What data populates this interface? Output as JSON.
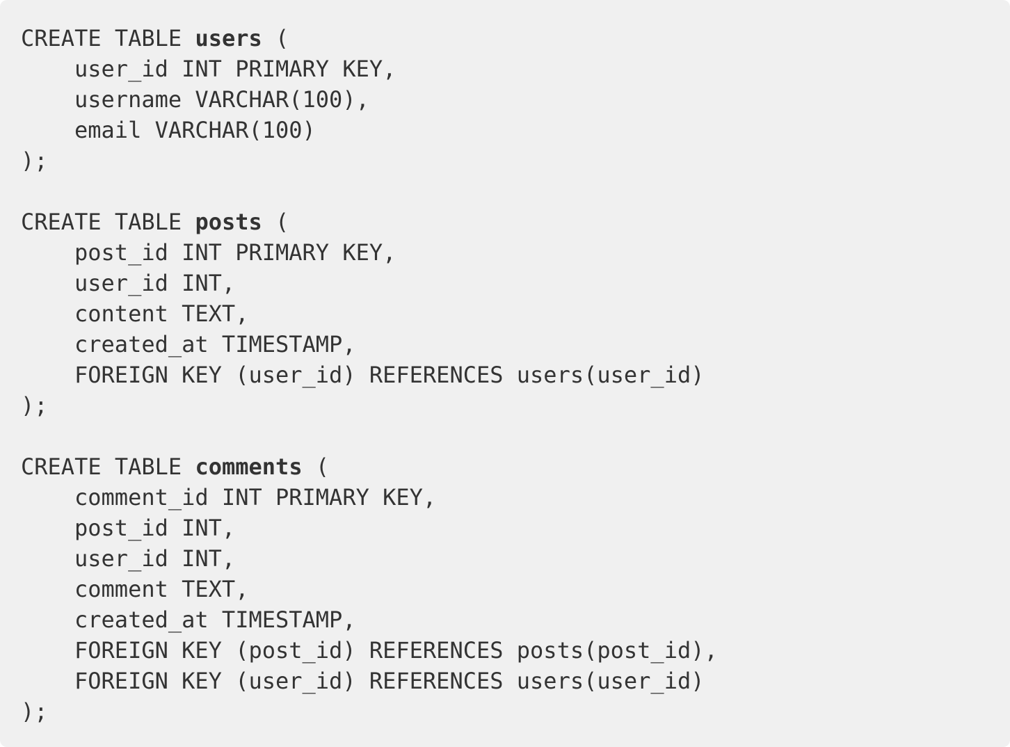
{
  "code": {
    "tables": [
      {
        "head_prefix": "CREATE TABLE ",
        "name": "users",
        "head_suffix": " (",
        "columns": [
          "user_id INT PRIMARY KEY,",
          "username VARCHAR(100),",
          "email VARCHAR(100)"
        ],
        "close": ");"
      },
      {
        "head_prefix": "CREATE TABLE ",
        "name": "posts",
        "head_suffix": " (",
        "columns": [
          "post_id INT PRIMARY KEY,",
          "user_id INT,",
          "content TEXT,",
          "created_at TIMESTAMP,",
          "FOREIGN KEY (user_id) REFERENCES users(user_id)"
        ],
        "close": ");"
      },
      {
        "head_prefix": "CREATE TABLE ",
        "name": "comments",
        "head_suffix": " (",
        "columns": [
          "comment_id INT PRIMARY KEY,",
          "post_id INT,",
          "user_id INT,",
          "comment TEXT,",
          "created_at TIMESTAMP,",
          "FOREIGN KEY (post_id) REFERENCES posts(post_id),",
          "FOREIGN KEY (user_id) REFERENCES users(user_id)"
        ],
        "close": ");"
      }
    ]
  }
}
